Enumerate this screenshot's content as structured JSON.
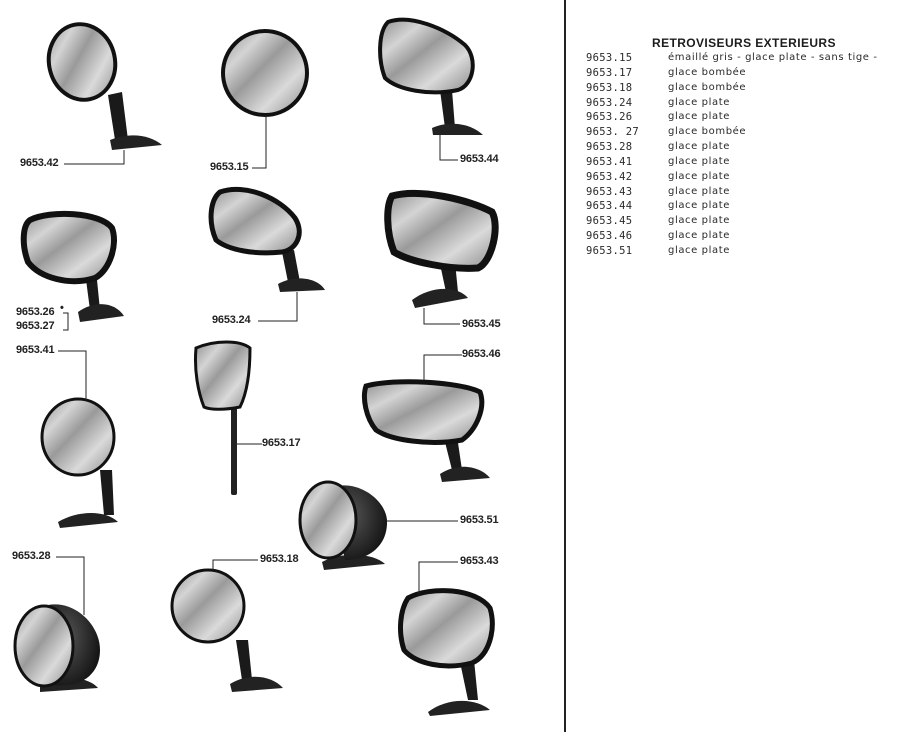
{
  "legend": {
    "title": "RETROVISEURS EXTERIEURS",
    "rows": [
      {
        "code": "9653.15",
        "desc": "émaillé gris - glace plate - sans tige -"
      },
      {
        "code": "9653.17",
        "desc": "glace bombée"
      },
      {
        "code": "9653.18",
        "desc": "glace bombée"
      },
      {
        "code": "9653.24",
        "desc": "glace plate"
      },
      {
        "code": "9653.26",
        "desc": "glace plate"
      },
      {
        "code": "9653. 27",
        "desc": "glace bombée"
      },
      {
        "code": "9653.28",
        "desc": "glace plate"
      },
      {
        "code": "9653.41",
        "desc": "glace plate"
      },
      {
        "code": "9653.42",
        "desc": "glace plate"
      },
      {
        "code": "9653.43",
        "desc": "glace plate"
      },
      {
        "code": "9653.44",
        "desc": "glace plate"
      },
      {
        "code": "9653.45",
        "desc": "glace plate"
      },
      {
        "code": "9653.46",
        "desc": "glace plate"
      },
      {
        "code": "9653.51",
        "desc": "glace plate"
      }
    ]
  },
  "callouts": {
    "c42": "9653.42",
    "c15": "9653.15",
    "c44": "9653.44",
    "c26": "9653.26",
    "c26_mark": "•",
    "c27": "9653.27",
    "c24": "9653.24",
    "c45": "9653.45",
    "c41": "9653.41",
    "c17": "9653.17",
    "c46": "9653.46",
    "c51": "9653.51",
    "c28": "9653.28",
    "c18": "9653.18",
    "c43": "9653.43"
  }
}
